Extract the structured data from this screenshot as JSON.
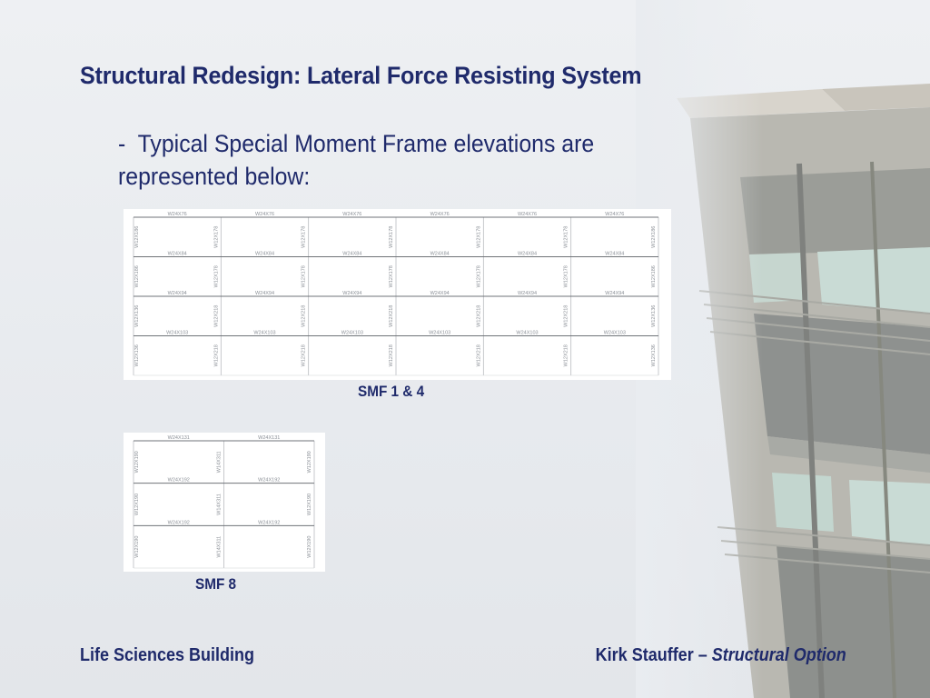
{
  "slide": {
    "title": "Structural Redesign: Lateral Force Resisting System",
    "bullet_marker": "-",
    "bullet_text": "Typical Special Moment Frame elevations are represented below:"
  },
  "frames": [
    {
      "caption": "SMF 1 & 4",
      "bays": 6,
      "stories": 4,
      "beam_labels": [
        [
          "W24X76",
          "W24X76",
          "W24X76",
          "W24X76",
          "W24X76",
          "W24X76"
        ],
        [
          "W24X84",
          "W24X84",
          "W24X84",
          "W24X84",
          "W24X84",
          "W24X84"
        ],
        [
          "W24X94",
          "W24X94",
          "W24X94",
          "W24X94",
          "W24X94",
          "W24X94"
        ],
        [
          "W24X103",
          "W24X103",
          "W24X103",
          "W24X103",
          "W24X103",
          "W24X103"
        ]
      ],
      "column_labels": [
        [
          "W12X186",
          "W12X178",
          "W12X178",
          "W12X178",
          "W12X178",
          "W12X178",
          "W12X186"
        ],
        [
          "W12X186",
          "W12X178",
          "W12X178",
          "W12X178",
          "W12X178",
          "W12X178",
          "W12X186"
        ],
        [
          "W12X136",
          "W12X218",
          "W12X218",
          "W12X218",
          "W12X218",
          "W12X218",
          "W12X136"
        ],
        [
          "W12X136",
          "W12X218",
          "W12X218",
          "W12X218",
          "W12X218",
          "W12X218",
          "W12X136"
        ]
      ]
    },
    {
      "caption": "SMF 8",
      "bays": 2,
      "stories": 3,
      "beam_labels": [
        [
          "W24X131",
          "W24X131"
        ],
        [
          "W24X192",
          "W24X192"
        ],
        [
          "W24X192",
          "W24X192"
        ]
      ],
      "column_labels": [
        [
          "W12X190",
          "W14X311",
          "W12X190"
        ],
        [
          "W12X190",
          "W14X311",
          "W12X190"
        ],
        [
          "W12X190",
          "W14X311",
          "W12X190"
        ]
      ]
    }
  ],
  "footer": {
    "left": "Life Sciences Building",
    "author": "Kirk Stauffer",
    "separator": "–",
    "option": "Structural Option"
  }
}
